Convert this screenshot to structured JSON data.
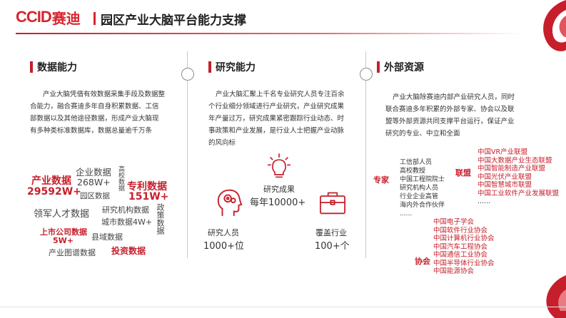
{
  "header": {
    "logo_latin": "CCID",
    "logo_cjk": "赛迪",
    "title": "园区产业大脑平台能力支撑"
  },
  "sections": {
    "data": {
      "title": "数据能力",
      "paragraph": [
        "产业大脑凭借有效数据采集手段及数据整",
        "合能力，融合赛迪多年自身积累数据、工信",
        "部数据以及其他途径数据，形成产业大脑现",
        "有多种类标准数据库，数据总量逾千万条"
      ],
      "cloud": {
        "industry_label": "产业数据",
        "industry_value": "29592W+",
        "enterprise_label": "企业数据",
        "enterprise_value": "268W+",
        "vertical": "高校数据",
        "park": "园区数据",
        "patent_label": "专利数据",
        "patent_value": "151W+",
        "talent": "领军人才数据",
        "research_org": "研究机构数据",
        "policy_vertical": "政策数据",
        "city": "城市数据4W+",
        "listed_label": "上市公司数据",
        "listed_value": "5W+",
        "county": "县域数据",
        "chain": "产业图谱数据",
        "invest": "投资数据"
      }
    },
    "research": {
      "title": "研究能力",
      "paragraph": [
        "产业大脑汇聚上千名专业研究人员专注百余",
        "个行业细分领域进行产业研究，产业研究成果",
        "年产量过万，研究成果紧密跟踪行业动态、时",
        "事政策和产业发展，是行业人士把握产业动脉",
        "的风向标"
      ],
      "stats": {
        "results_label": "研究成果",
        "results_value": "每年10000+",
        "staff_label": "研究人员",
        "staff_value": "1000+位",
        "industry_label": "覆盖行业",
        "industry_value": "100+个"
      }
    },
    "external": {
      "title": "外部资源",
      "paragraph": [
        "产业大脑除赛迪内部产业研究人员，同时",
        "联合赛迪多年积累的外部专家、协会以及联",
        "盟等外部资源共同支撑平台运行，保证产业",
        "研究的专业、中立和全面"
      ],
      "experts": {
        "category": "专家",
        "items": [
          "工信部人员",
          "高校教授",
          "中国工程院院士",
          "研究机构人员",
          "行业企业高管",
          "海内外合作伙伴",
          "......"
        ]
      },
      "alliances": {
        "category": "联盟",
        "items": [
          "中国VR产业联盟",
          "中国大数据产业生态联盟",
          "中国智能制造产业联盟",
          "中国光伏产业联盟",
          "中国智慧城市联盟",
          "中国工业软件产业发展联盟",
          "......"
        ]
      },
      "associations": {
        "category": "协会",
        "items": [
          "中国电子学会",
          "中国软件行业协会",
          "中国计算机行业协会",
          "中国汽车工程协会",
          "中国通信工业协会",
          "中国半导体行业协会",
          "中国能源协会"
        ]
      }
    }
  },
  "colors": {
    "brand_red": "#c61f2b",
    "text": "#333333"
  },
  "icons": [
    "head-brain-icon",
    "lightbulb-icon",
    "briefcase-icon",
    "swirl-decoration-icon"
  ]
}
